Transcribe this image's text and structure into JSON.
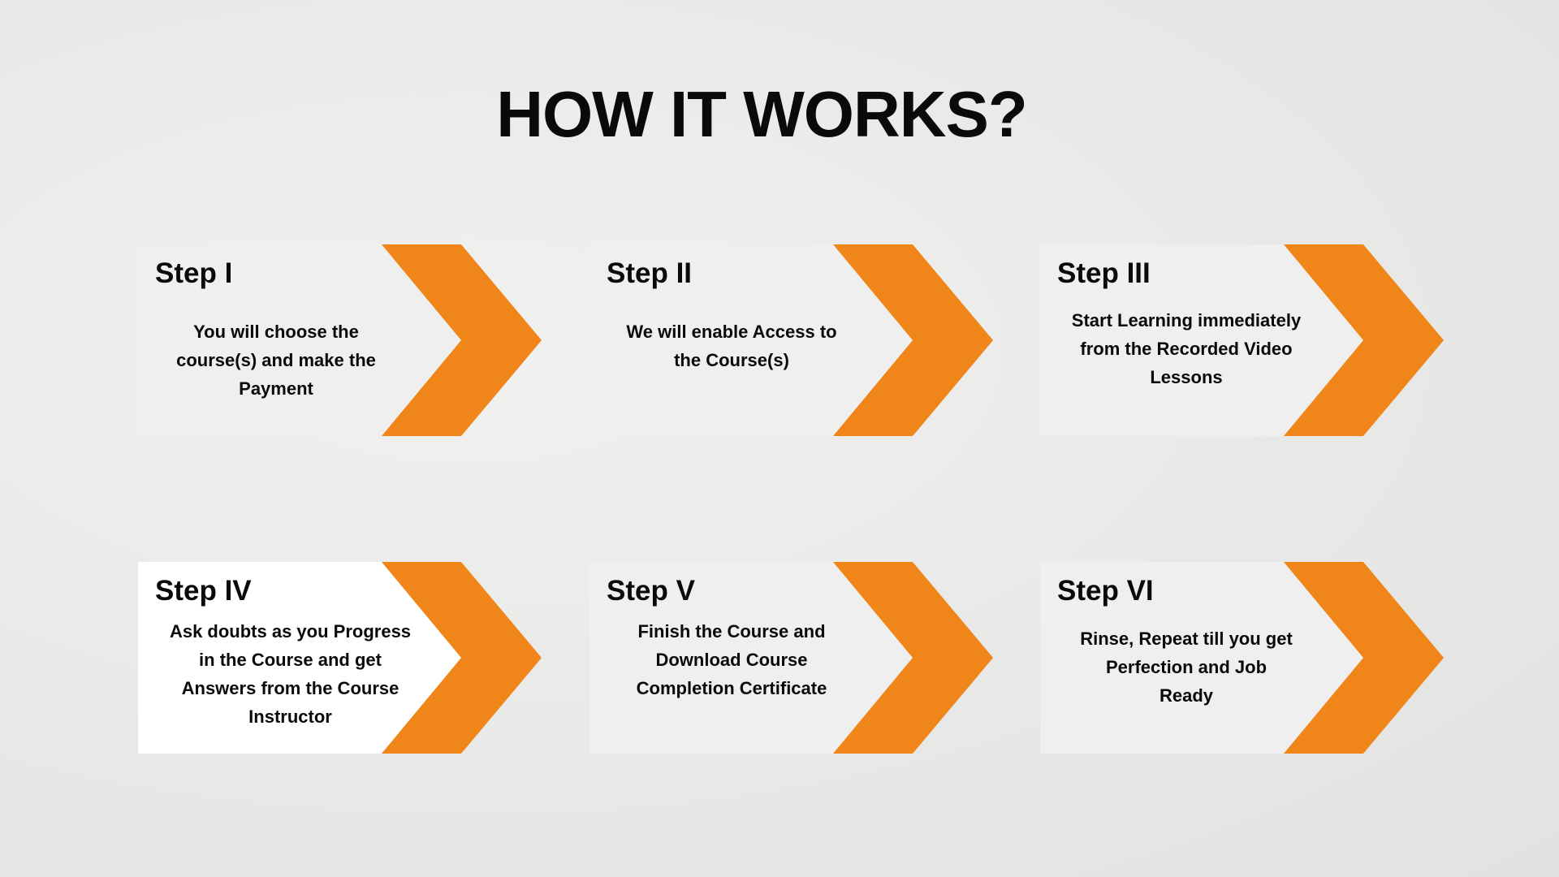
{
  "title": "HOW IT WORKS?",
  "accent_color": "#f08519",
  "steps": [
    {
      "label": "Step I",
      "text": "You will  choose the course(s) and make the Payment"
    },
    {
      "label": "Step II",
      "text": "We will enable Access to the Course(s)"
    },
    {
      "label": "Step III",
      "text": "Start Learning immediately from the Recorded Video Lessons"
    },
    {
      "label": "Step IV",
      "text": "Ask doubts as you Progress in the Course and get Answers from the Course Instructor"
    },
    {
      "label": "Step V",
      "text": "Finish the Course and Download Course Completion Certificate"
    },
    {
      "label": "Step VI",
      "text": "Rinse, Repeat till you get Perfection and Job Ready"
    }
  ]
}
